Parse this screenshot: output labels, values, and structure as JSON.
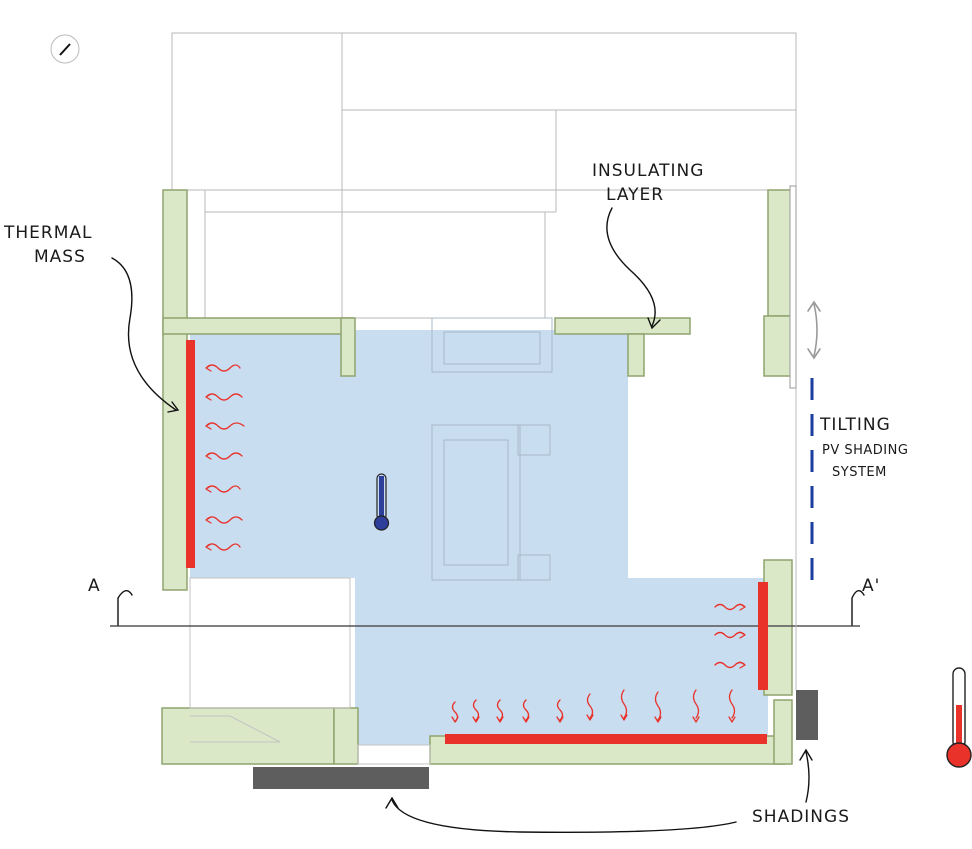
{
  "labels": {
    "thermal_mass_line1": "THERMAL",
    "thermal_mass_line2": "MASS",
    "insulating_line1": "INSULATING",
    "insulating_line2": "LAYER",
    "tilting_line1": "TILTING",
    "tilting_line2": "PV SHADING",
    "tilting_line3": "SYSTEM",
    "shadings": "SHADINGS",
    "section_a": "A",
    "section_a_prime": "A'"
  },
  "colors": {
    "room_fill": "#c9ddf0",
    "wall_fill": "#dbe8c8",
    "heat": "#e8322a",
    "pv_dash": "#1a3ea0",
    "shading": "#5e5e5e",
    "cold_thermometer": "#2d3f9a",
    "hot_thermometer": "#e8322a"
  },
  "icons": {
    "indoor_thermometer": "thermometer-cold-icon",
    "outdoor_thermometer": "thermometer-hot-icon",
    "compass": "compass-icon",
    "tilt": "double-arrow-icon"
  }
}
